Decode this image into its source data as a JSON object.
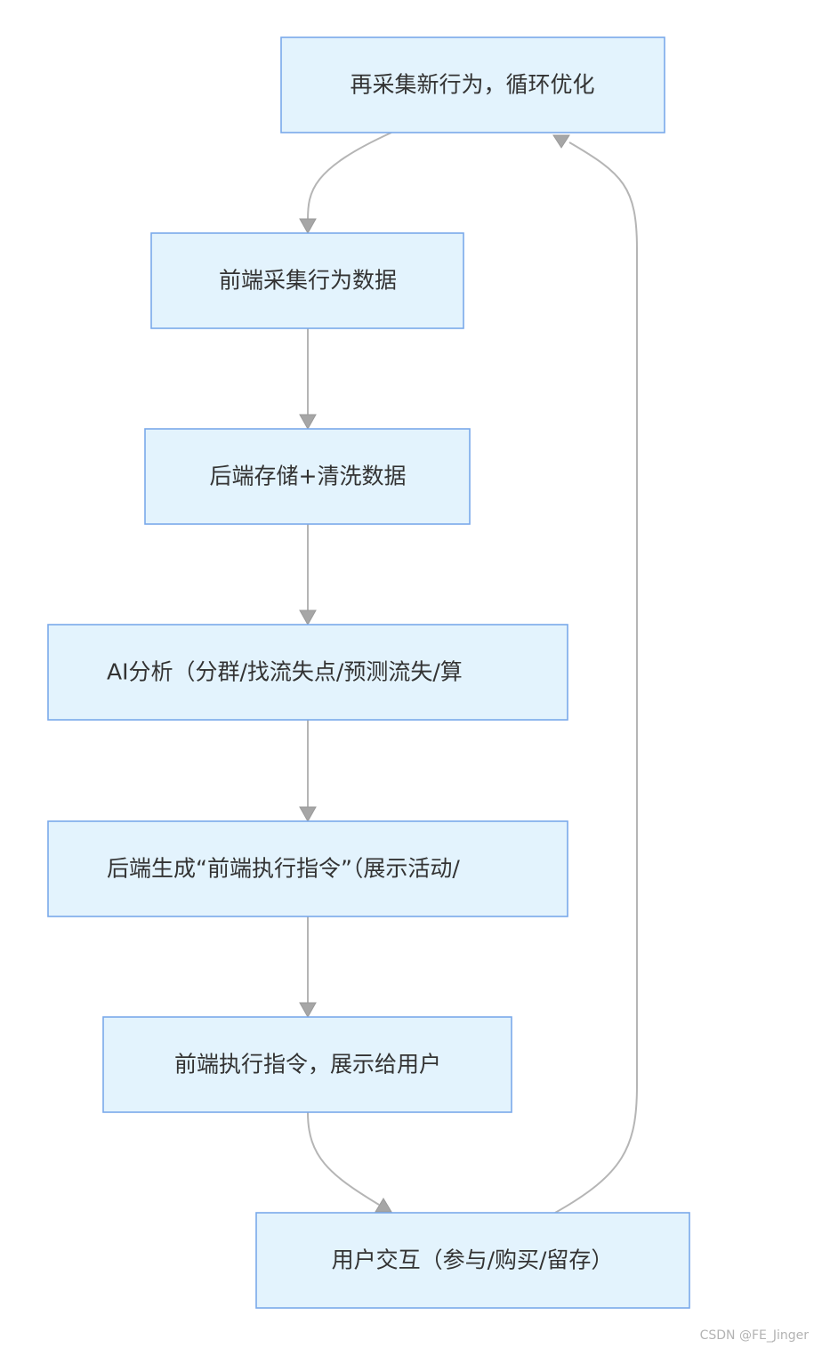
{
  "flowchart": {
    "nodes": [
      {
        "id": "collect-again",
        "label": "再采集新行为，循环优化"
      },
      {
        "id": "collect",
        "label": "前端采集行为数据"
      },
      {
        "id": "store",
        "label": "后端存储+清洗数据"
      },
      {
        "id": "analyze",
        "label": "AI分析（分群/找流失点/预测流失/算"
      },
      {
        "id": "generate",
        "label": "后端生成“前端执行指令”（展示活动/"
      },
      {
        "id": "execute",
        "label": "前端执行指令，展示给用户"
      },
      {
        "id": "interact",
        "label": "用户交互（参与/购买/留存）"
      }
    ],
    "edges": [
      {
        "from": "collect-again",
        "to": "collect"
      },
      {
        "from": "collect",
        "to": "store"
      },
      {
        "from": "store",
        "to": "analyze"
      },
      {
        "from": "analyze",
        "to": "generate"
      },
      {
        "from": "generate",
        "to": "execute"
      },
      {
        "from": "execute",
        "to": "interact"
      },
      {
        "from": "interact",
        "to": "collect-again"
      }
    ]
  },
  "watermark": "CSDN @FE_Jinger"
}
